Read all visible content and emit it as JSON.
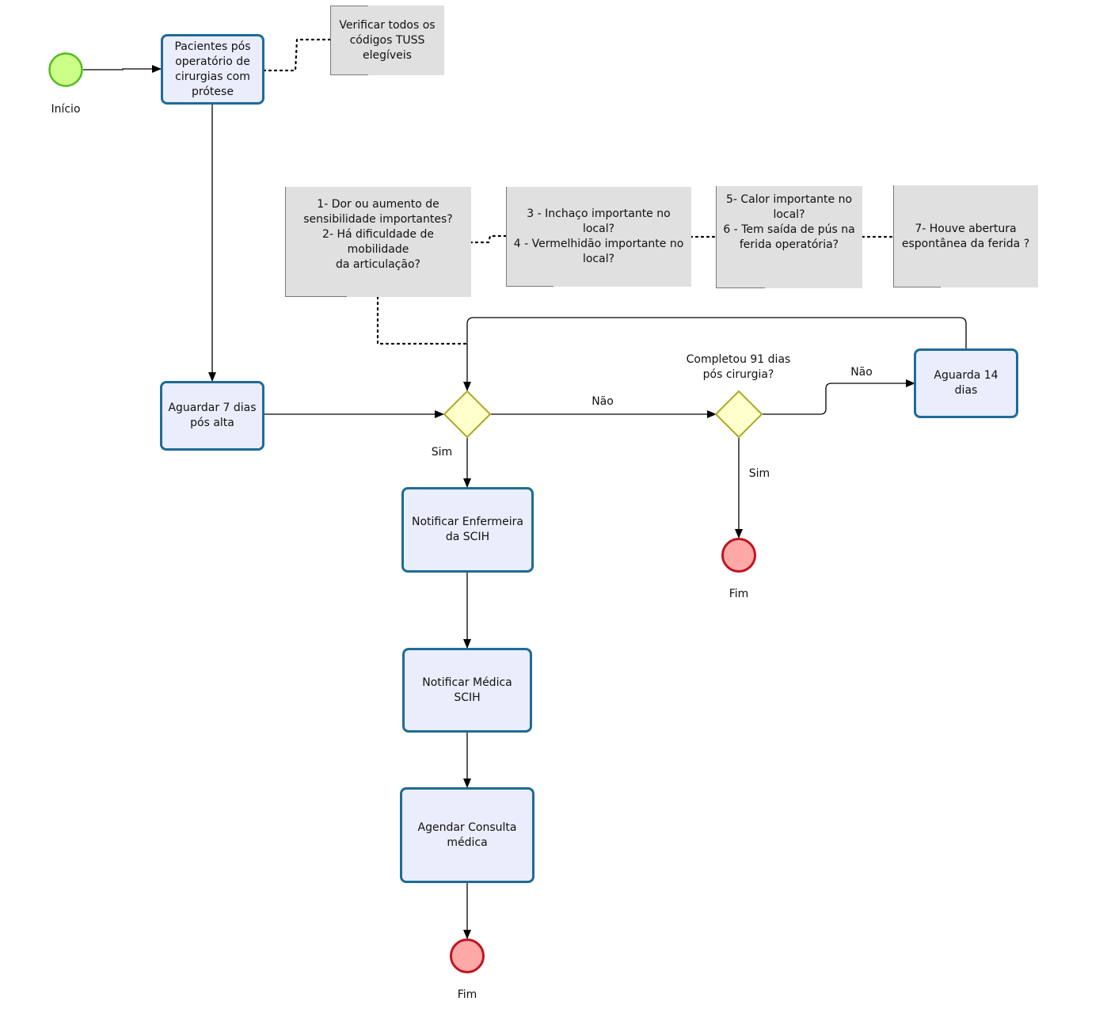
{
  "events": {
    "start_label": "Início",
    "end1_label": "Fim",
    "end2_label": "Fim"
  },
  "tasks": {
    "t1": "Pacientes pós\noperatório de\ncirurgias com\nprótese",
    "t2": "Aguardar 7 dias\npós alta",
    "t3": "Notificar Enfermeira\nda SCIH",
    "t4": "Notificar Médica\nSCIH",
    "t5": "Agendar Consulta\nmédica",
    "t6": "Aguarda 14 dias"
  },
  "notes": {
    "n1": "Verificar todos os\ncódigos TUSS\nelegíveis",
    "n2": "1- Dor ou aumento de\nsensibilidade importantes?\n2- Há dificuldade de mobilidade\nda articulação?",
    "n3": "3 - Inchaço importante no local?\n4 - Vermelhidão importante no\nlocal?",
    "n4": "5- Calor importante no\nlocal?\n6 - Tem saída de pús na\nferida operatória?",
    "n5": "7- Houve abertura\nespontânea da ferida ?"
  },
  "gateways": {
    "g2_question": "Completou 91 dias\npós cirurgia?"
  },
  "flows": {
    "g1_no": "Não",
    "g1_yes": "Sim",
    "g2_no": "Não",
    "g2_yes": "Sim"
  },
  "colors": {
    "task_fill": "#eaedfb",
    "task_border": "#1f6b97",
    "start_fill": "#ccff88",
    "start_border": "#55bb22",
    "end_fill": "#ffa8a8",
    "end_border": "#c0141e",
    "gateway_fill": "#ffffcc",
    "gateway_border": "#aaaa22",
    "note_fill": "#e0e0e0"
  }
}
